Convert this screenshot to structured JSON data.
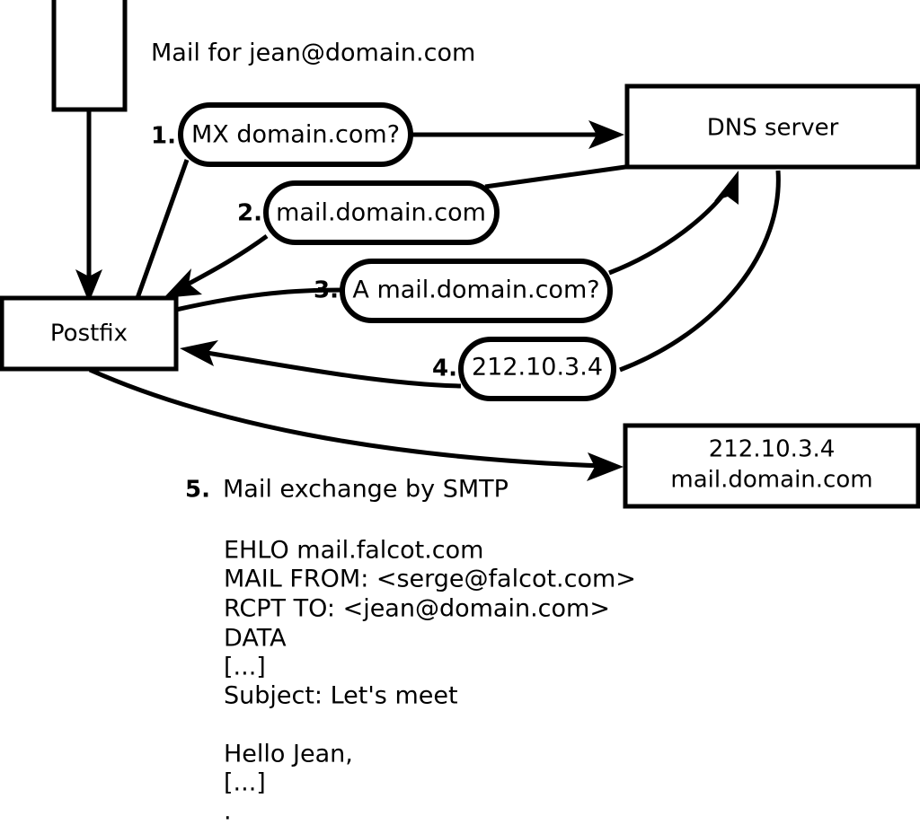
{
  "diagram": {
    "header_label": "Mail for jean@domain.com",
    "nodes": [
      {
        "id": "client",
        "label": ""
      },
      {
        "id": "postfix",
        "label": "Postfix"
      },
      {
        "id": "dns",
        "label": "DNS server"
      },
      {
        "id": "remote_mx",
        "line1": "212.10.3.4",
        "line2": "mail.domain.com"
      }
    ],
    "steps": [
      {
        "num": "1.",
        "label": "MX domain.com?"
      },
      {
        "num": "2.",
        "label": "mail.domain.com"
      },
      {
        "num": "3.",
        "label": "A mail.domain.com?"
      },
      {
        "num": "4.",
        "label": "212.10.3.4"
      }
    ],
    "step5": {
      "num": "5.",
      "label": "Mail exchange by SMTP"
    },
    "transcript": [
      "EHLO mail.falcot.com",
      "MAIL FROM: <serge@falcot.com>",
      "RCPT TO: <jean@domain.com>",
      "DATA",
      "[...]",
      "Subject: Let's meet",
      "",
      "Hello Jean,",
      "[...]",
      "",
      "."
    ],
    "colors": {
      "stroke": "#000000",
      "fill": "#ffffff"
    }
  }
}
